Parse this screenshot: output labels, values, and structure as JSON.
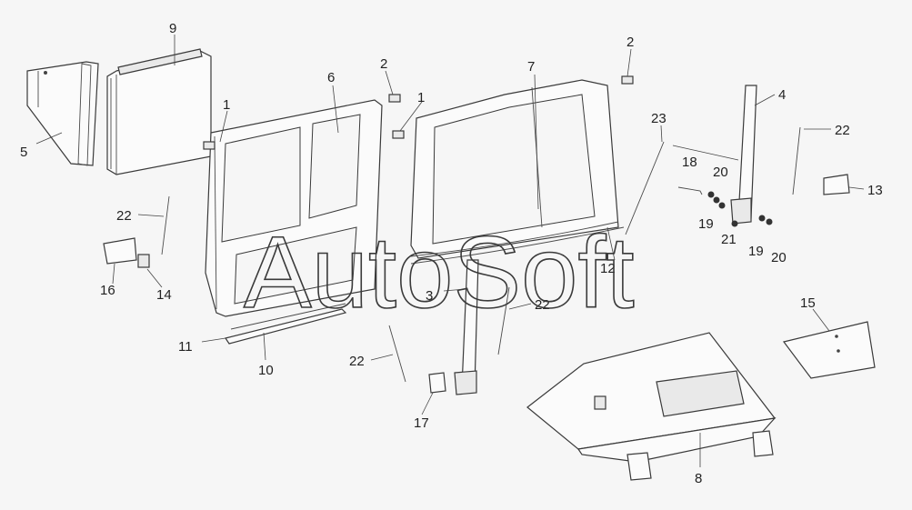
{
  "watermark": "AutoSoft",
  "callouts": {
    "c1a": "1",
    "c1b": "1",
    "c2a": "2",
    "c2b": "2",
    "c3": "3",
    "c4": "4",
    "c5": "5",
    "c6": "6",
    "c7": "7",
    "c8": "8",
    "c9": "9",
    "c10": "10",
    "c11": "11",
    "c12": "12",
    "c13": "13",
    "c14": "14",
    "c15": "15",
    "c16": "16",
    "c17": "17",
    "c18": "18",
    "c19a": "19",
    "c19b": "19",
    "c20a": "20",
    "c20b": "20",
    "c21": "21",
    "c22a": "22",
    "c22b": "22",
    "c22c": "22",
    "c22d": "22",
    "c23": "23"
  }
}
